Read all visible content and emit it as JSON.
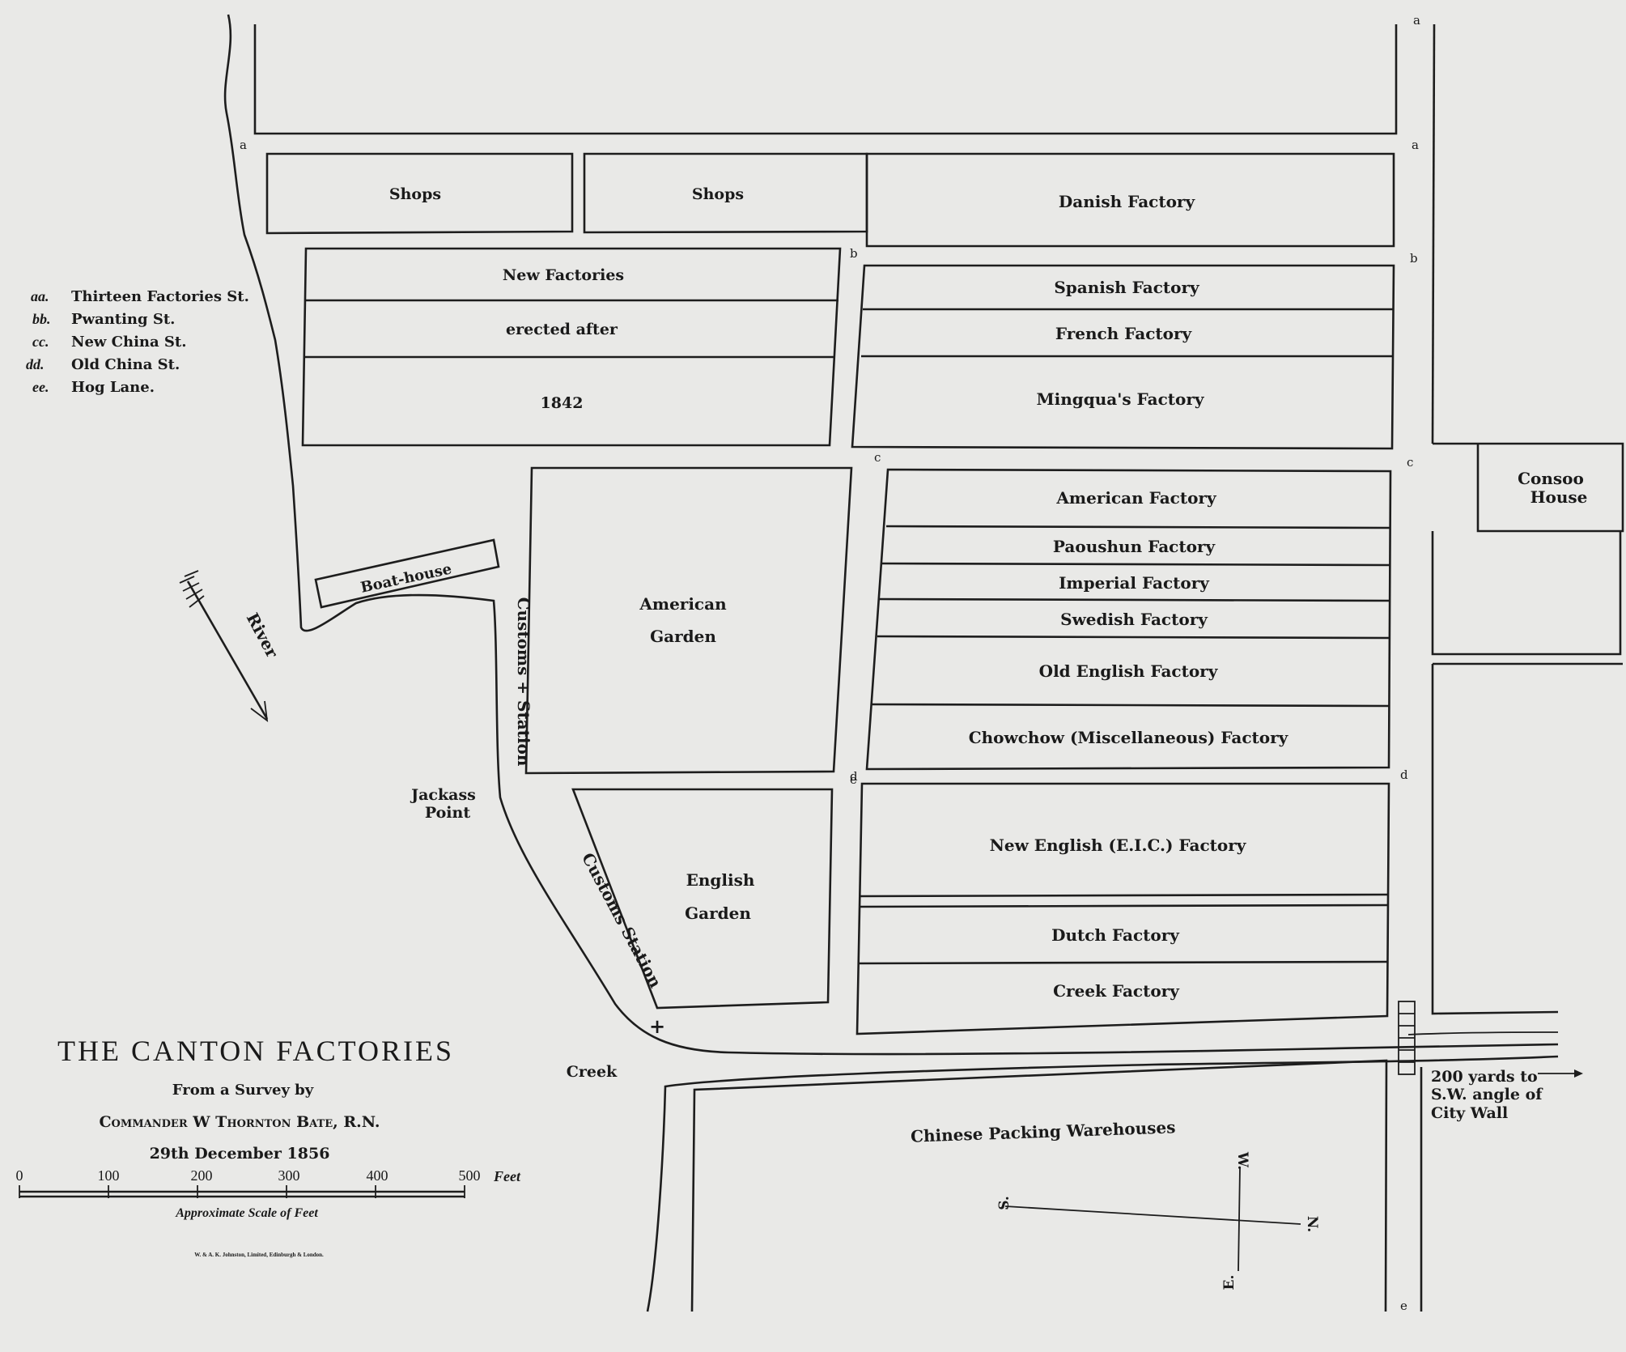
{
  "colors": {
    "paper": "#e9e9e7",
    "ink": "#1d1d1d"
  },
  "legend": [
    {
      "code": "aa.",
      "name": "Thirteen Factories St."
    },
    {
      "code": "bb.",
      "name": "Pwanting St."
    },
    {
      "code": "cc.",
      "name": "New China St."
    },
    {
      "code": "dd.",
      "name": "Old China St."
    },
    {
      "code": "ee.",
      "name": "Hog Lane."
    }
  ],
  "blocks": {
    "shops_1": "Shops",
    "shops_2": "Shops",
    "danish": "Danish Factory",
    "new_factories_1": "New Factories",
    "new_factories_2": "erected after",
    "new_factories_3": "1842",
    "spanish": "Spanish Factory",
    "french": "French Factory",
    "mingqua": "Mingqua's Factory",
    "american_garden_1": "American",
    "american_garden_2": "Garden",
    "american": "American Factory",
    "paoushun": "Paoushun Factory",
    "imperial": "Imperial Factory",
    "swedish": "Swedish Factory",
    "old_english": "Old English Factory",
    "chowchow": "Chowchow (Miscellaneous) Factory",
    "english_garden_1": "English",
    "english_garden_2": "Garden",
    "new_english": "New English (E.I.C.) Factory",
    "dutch": "Dutch Factory",
    "creek_factory": "Creek Factory",
    "consoo_1": "Consoo",
    "consoo_2": "House",
    "warehouses": "Chinese Packing Warehouses",
    "boat_house": "Boat-house"
  },
  "features": {
    "river": "River",
    "customs_station_1": "Customs + Station",
    "customs_station_2": "Customs Station",
    "jackass_1": "Jackass",
    "jackass_2": "Point",
    "creek": "Creek",
    "city_wall_1": "200 yards to",
    "city_wall_2": "S.W. angle of",
    "city_wall_3": "City Wall"
  },
  "street_letters": [
    "a",
    "a",
    "a",
    "b",
    "b",
    "c",
    "c",
    "d",
    "d",
    "e",
    "e"
  ],
  "compass": {
    "w": "W.",
    "e": "E.",
    "s": "S.",
    "n": "N."
  },
  "title": {
    "main": "THE CANTON FACTORIES",
    "survey": "From a Survey by",
    "author": "Commander W Thornton Bate, R.N.",
    "date": "29th December 1856"
  },
  "scale": {
    "ticks": [
      "0",
      "100",
      "200",
      "300",
      "400",
      "500"
    ],
    "unit": "Feet",
    "caption": "Approximate Scale of Feet"
  },
  "publisher": "W. & A. K. Johnston, Limited, Edinburgh & London."
}
